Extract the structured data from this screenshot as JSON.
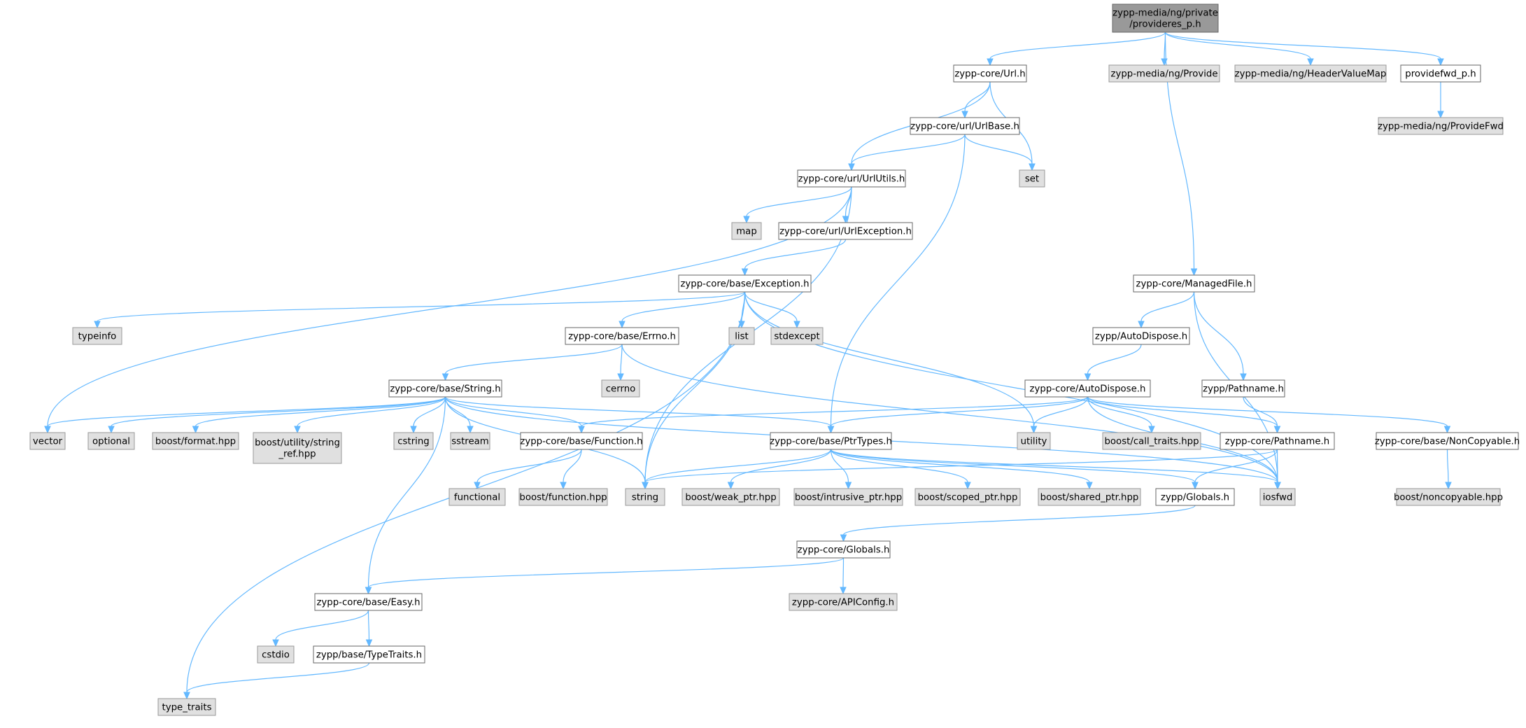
{
  "colors": {
    "edge": "#63b8ff",
    "root_fill": "#999999",
    "local_fill": "#ffffff",
    "external_fill": "#e0e0e0",
    "border": "#666666"
  },
  "nodes": [
    {
      "id": "root",
      "kind": "root",
      "lines": [
        "zypp-media/ng/private",
        "/provideres_p.h"
      ]
    },
    {
      "id": "url_h",
      "kind": "local",
      "lines": [
        "zypp-core/Url.h"
      ]
    },
    {
      "id": "provide",
      "kind": "ext",
      "lines": [
        "zypp-media/ng/Provide"
      ]
    },
    {
      "id": "headervaluemap",
      "kind": "ext",
      "lines": [
        "zypp-media/ng/HeaderValueMap"
      ]
    },
    {
      "id": "providefwd_p",
      "kind": "local",
      "lines": [
        "providefwd_p.h"
      ]
    },
    {
      "id": "providefwd",
      "kind": "ext",
      "lines": [
        "zypp-media/ng/ProvideFwd"
      ]
    },
    {
      "id": "urlbase",
      "kind": "local",
      "lines": [
        "zypp-core/url/UrlBase.h"
      ]
    },
    {
      "id": "set",
      "kind": "ext",
      "lines": [
        "set"
      ]
    },
    {
      "id": "urlutils",
      "kind": "local",
      "lines": [
        "zypp-core/url/UrlUtils.h"
      ]
    },
    {
      "id": "map",
      "kind": "ext",
      "lines": [
        "map"
      ]
    },
    {
      "id": "urlexception",
      "kind": "local",
      "lines": [
        "zypp-core/url/UrlException.h"
      ]
    },
    {
      "id": "exception",
      "kind": "local",
      "lines": [
        "zypp-core/base/Exception.h"
      ]
    },
    {
      "id": "managedfile",
      "kind": "local",
      "lines": [
        "zypp-core/ManagedFile.h"
      ]
    },
    {
      "id": "typeinfo",
      "kind": "ext",
      "lines": [
        "typeinfo"
      ]
    },
    {
      "id": "errno",
      "kind": "local",
      "lines": [
        "zypp-core/base/Errno.h"
      ]
    },
    {
      "id": "list",
      "kind": "ext",
      "lines": [
        "list"
      ]
    },
    {
      "id": "stdexcept",
      "kind": "ext",
      "lines": [
        "stdexcept"
      ]
    },
    {
      "id": "zypp_autodispose",
      "kind": "local",
      "lines": [
        "zypp/AutoDispose.h"
      ]
    },
    {
      "id": "cerrno",
      "kind": "ext",
      "lines": [
        "cerrno"
      ]
    },
    {
      "id": "string_h",
      "kind": "local",
      "lines": [
        "zypp-core/base/String.h"
      ]
    },
    {
      "id": "core_autodispose",
      "kind": "local",
      "lines": [
        "zypp-core/AutoDispose.h"
      ]
    },
    {
      "id": "zypp_pathname",
      "kind": "local",
      "lines": [
        "zypp/Pathname.h"
      ]
    },
    {
      "id": "vector",
      "kind": "ext",
      "lines": [
        "vector"
      ]
    },
    {
      "id": "optional",
      "kind": "ext",
      "lines": [
        "optional"
      ]
    },
    {
      "id": "boost_format",
      "kind": "ext",
      "lines": [
        "boost/format.hpp"
      ]
    },
    {
      "id": "boost_string_ref",
      "kind": "ext",
      "lines": [
        "boost/utility/string",
        "_ref.hpp"
      ]
    },
    {
      "id": "cstring",
      "kind": "ext",
      "lines": [
        "cstring"
      ]
    },
    {
      "id": "sstream",
      "kind": "ext",
      "lines": [
        "sstream"
      ]
    },
    {
      "id": "function_h",
      "kind": "local",
      "lines": [
        "zypp-core/base/Function.h"
      ]
    },
    {
      "id": "ptrtypes",
      "kind": "local",
      "lines": [
        "zypp-core/base/PtrTypes.h"
      ]
    },
    {
      "id": "utility",
      "kind": "ext",
      "lines": [
        "utility"
      ]
    },
    {
      "id": "call_traits",
      "kind": "ext",
      "lines": [
        "boost/call_traits.hpp"
      ]
    },
    {
      "id": "core_pathname",
      "kind": "local",
      "lines": [
        "zypp-core/Pathname.h"
      ]
    },
    {
      "id": "noncopyable_h",
      "kind": "local",
      "lines": [
        "zypp-core/base/NonCopyable.h"
      ]
    },
    {
      "id": "functional",
      "kind": "ext",
      "lines": [
        "functional"
      ]
    },
    {
      "id": "boost_function",
      "kind": "ext",
      "lines": [
        "boost/function.hpp"
      ]
    },
    {
      "id": "string",
      "kind": "ext",
      "lines": [
        "string"
      ]
    },
    {
      "id": "weak_ptr",
      "kind": "ext",
      "lines": [
        "boost/weak_ptr.hpp"
      ]
    },
    {
      "id": "intrusive_ptr",
      "kind": "ext",
      "lines": [
        "boost/intrusive_ptr.hpp"
      ]
    },
    {
      "id": "scoped_ptr",
      "kind": "ext",
      "lines": [
        "boost/scoped_ptr.hpp"
      ]
    },
    {
      "id": "shared_ptr",
      "kind": "ext",
      "lines": [
        "boost/shared_ptr.hpp"
      ]
    },
    {
      "id": "zypp_globals",
      "kind": "local",
      "lines": [
        "zypp/Globals.h"
      ]
    },
    {
      "id": "iosfwd",
      "kind": "ext",
      "lines": [
        "iosfwd"
      ]
    },
    {
      "id": "boost_noncopyable",
      "kind": "ext",
      "lines": [
        "boost/noncopyable.hpp"
      ]
    },
    {
      "id": "core_globals",
      "kind": "local",
      "lines": [
        "zypp-core/Globals.h"
      ]
    },
    {
      "id": "easy",
      "kind": "local",
      "lines": [
        "zypp-core/base/Easy.h"
      ]
    },
    {
      "id": "apiconfig",
      "kind": "ext",
      "lines": [
        "zypp-core/APIConfig.h"
      ]
    },
    {
      "id": "cstdio",
      "kind": "ext",
      "lines": [
        "cstdio"
      ]
    },
    {
      "id": "typetraits_h",
      "kind": "local",
      "lines": [
        "zypp/base/TypeTraits.h"
      ]
    },
    {
      "id": "type_traits",
      "kind": "ext",
      "lines": [
        "type_traits"
      ]
    }
  ],
  "edges": [
    [
      "root",
      "url_h"
    ],
    [
      "root",
      "provide"
    ],
    [
      "root",
      "headervaluemap"
    ],
    [
      "root",
      "providefwd_p"
    ],
    [
      "root",
      "managedfile"
    ],
    [
      "providefwd_p",
      "providefwd"
    ],
    [
      "url_h",
      "urlbase"
    ],
    [
      "url_h",
      "set"
    ],
    [
      "url_h",
      "urlutils"
    ],
    [
      "urlbase",
      "set"
    ],
    [
      "urlbase",
      "urlutils"
    ],
    [
      "urlbase",
      "ptrtypes"
    ],
    [
      "urlutils",
      "vector"
    ],
    [
      "urlutils",
      "map"
    ],
    [
      "urlutils",
      "urlexception"
    ],
    [
      "urlutils",
      "string"
    ],
    [
      "urlexception",
      "exception"
    ],
    [
      "exception",
      "typeinfo"
    ],
    [
      "exception",
      "errno"
    ],
    [
      "exception",
      "list"
    ],
    [
      "exception",
      "stdexcept"
    ],
    [
      "exception",
      "string"
    ],
    [
      "exception",
      "type_traits"
    ],
    [
      "exception",
      "utility"
    ],
    [
      "exception",
      "iosfwd"
    ],
    [
      "errno",
      "cerrno"
    ],
    [
      "errno",
      "string_h"
    ],
    [
      "errno",
      "iosfwd"
    ],
    [
      "string_h",
      "vector"
    ],
    [
      "string_h",
      "optional"
    ],
    [
      "string_h",
      "boost_format"
    ],
    [
      "string_h",
      "boost_string_ref"
    ],
    [
      "string_h",
      "cstring"
    ],
    [
      "string_h",
      "sstream"
    ],
    [
      "string_h",
      "function_h"
    ],
    [
      "string_h",
      "string"
    ],
    [
      "string_h",
      "ptrtypes"
    ],
    [
      "string_h",
      "easy"
    ],
    [
      "string_h",
      "iosfwd"
    ],
    [
      "managedfile",
      "zypp_autodispose"
    ],
    [
      "managedfile",
      "zypp_pathname"
    ],
    [
      "managedfile",
      "iosfwd"
    ],
    [
      "zypp_autodispose",
      "core_autodispose"
    ],
    [
      "core_autodispose",
      "function_h"
    ],
    [
      "core_autodispose",
      "ptrtypes"
    ],
    [
      "core_autodispose",
      "utility"
    ],
    [
      "core_autodispose",
      "call_traits"
    ],
    [
      "core_autodispose",
      "core_pathname"
    ],
    [
      "core_autodispose",
      "noncopyable_h"
    ],
    [
      "core_autodispose",
      "iosfwd"
    ],
    [
      "zypp_pathname",
      "core_pathname"
    ],
    [
      "core_pathname",
      "string"
    ],
    [
      "core_pathname",
      "zypp_globals"
    ],
    [
      "core_pathname",
      "iosfwd"
    ],
    [
      "noncopyable_h",
      "boost_noncopyable"
    ],
    [
      "function_h",
      "functional"
    ],
    [
      "function_h",
      "boost_function"
    ],
    [
      "ptrtypes",
      "string"
    ],
    [
      "ptrtypes",
      "weak_ptr"
    ],
    [
      "ptrtypes",
      "intrusive_ptr"
    ],
    [
      "ptrtypes",
      "scoped_ptr"
    ],
    [
      "ptrtypes",
      "shared_ptr"
    ],
    [
      "ptrtypes",
      "zypp_globals"
    ],
    [
      "ptrtypes",
      "iosfwd"
    ],
    [
      "zypp_globals",
      "core_globals"
    ],
    [
      "core_globals",
      "easy"
    ],
    [
      "core_globals",
      "apiconfig"
    ],
    [
      "easy",
      "cstdio"
    ],
    [
      "easy",
      "typetraits_h"
    ],
    [
      "typetraits_h",
      "type_traits"
    ]
  ]
}
